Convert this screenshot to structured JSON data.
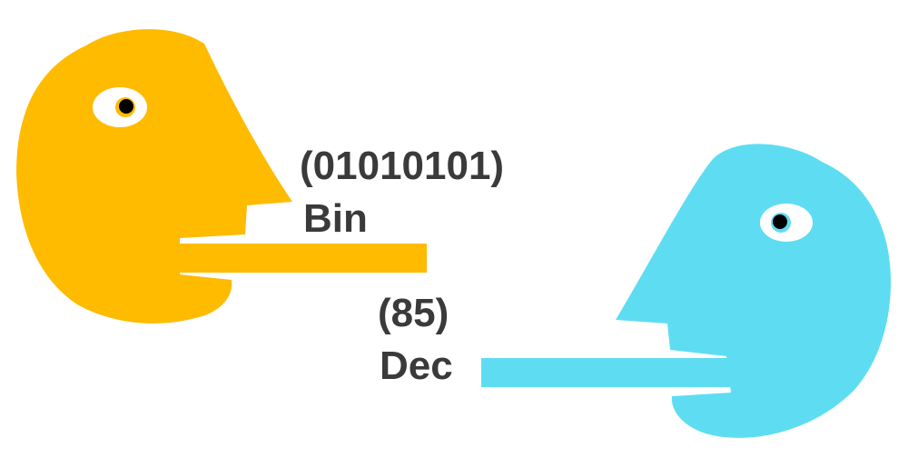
{
  "colors": {
    "left_head": "#FFBB00",
    "right_head": "#5EDDF2",
    "eye_white": "#FFFFFF",
    "pupil": "#000000",
    "text": "#3A3A3A"
  },
  "left_speaker": {
    "value_label": "(01010101)",
    "base_label": "Bin"
  },
  "right_speaker": {
    "value_label": "(85)",
    "base_label": "Dec"
  }
}
